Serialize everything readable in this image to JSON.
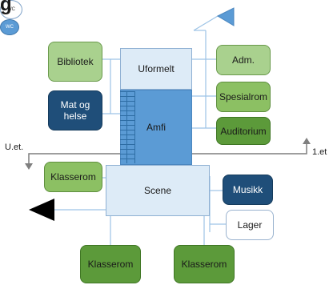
{
  "header_fragment": "g",
  "rooms": {
    "bibliotek": "Bibliotek",
    "mat_og_helse": "Mat og helse",
    "uformelt": "Uformelt",
    "amfi": "Amfi",
    "adm": "Adm.",
    "spesialrom": "Spesialrom",
    "auditorium": "Auditorium",
    "klasserom_left": "Klasserom",
    "scene": "Scene",
    "musikk": "Musikk",
    "lager": "Lager",
    "klasserom_bottom_left": "Klasserom",
    "klasserom_bottom_right": "Klasserom"
  },
  "wc_top": "WC",
  "wc_mid": "WC",
  "levels": {
    "lower": "U.et.",
    "first": "1.et"
  },
  "colors": {
    "light_green": "#a9d18e",
    "mid_green": "#8cc063",
    "dark_green": "#5c9a3a",
    "navy": "#1f4e79",
    "pale_blue": "#ddebf7",
    "blue": "#5b9bd5",
    "line": "#9dc3e6"
  }
}
